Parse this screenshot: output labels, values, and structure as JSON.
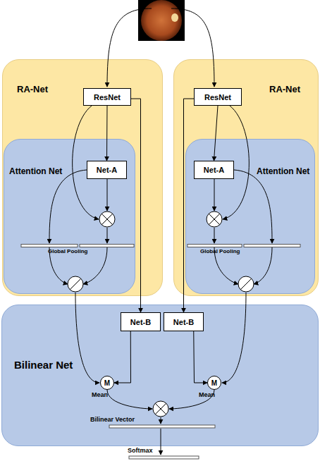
{
  "diagram": {
    "nodes": [
      {
        "text": [
          "RA-Net"
        ]
      },
      {
        "text": [
          "ResNet"
        ],
        "in": 0
      },
      {
        "text": [
          "Attention Net"
        ],
        "in": 0
      },
      {
        "text": [
          "Net-A"
        ],
        "in": 2
      },
      {
        "text": [
          "RA-Net"
        ]
      },
      {
        "text": [
          "ResNet"
        ],
        "in": 4
      },
      {
        "text": [
          "Attention Net"
        ],
        "in": 4
      },
      {
        "text": [
          "Net-A"
        ],
        "in": 6
      },
      {
        "text": [
          "Bilinear Net"
        ]
      },
      {
        "text": [
          "Net-B"
        ],
        "in": 8
      },
      {
        "text": [
          "Net-B"
        ],
        "in": 8
      },
      {
        "text": [
          "M",
          "Mean"
        ],
        "in": 8
      },
      {
        "text": [
          "M",
          "Mean"
        ],
        "in": 8
      }
    ],
    "edges": [
      {
        "from": 1,
        "to": 3,
        "arrow": "to"
      },
      {
        "from": 5,
        "to": 7,
        "arrow": "to"
      },
      {
        "from": 1,
        "to": 9,
        "arrow": "to"
      },
      {
        "from": 5,
        "to": 10,
        "arrow": "to"
      },
      {
        "from": 9,
        "to": 11,
        "arrow": "to"
      },
      {
        "from": 10,
        "to": 12,
        "arrow": "to"
      }
    ],
    "labels": [
      "Global Pooling",
      "Global Pooling",
      "Bilinear Vector",
      "Softmax"
    ]
  }
}
